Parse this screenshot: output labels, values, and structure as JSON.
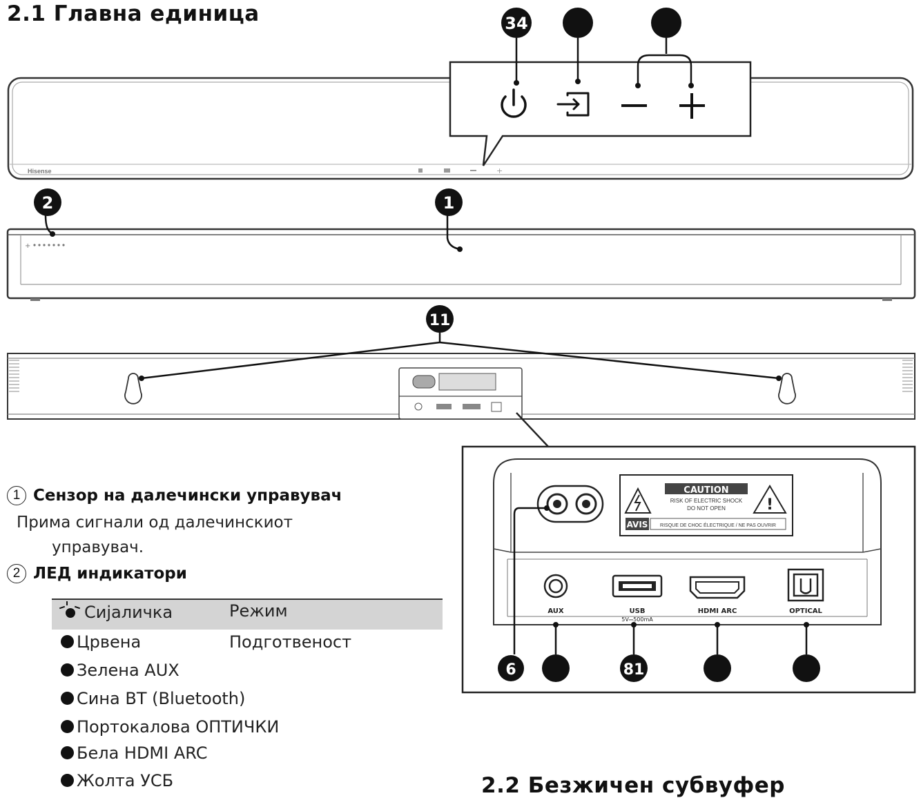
{
  "section1": {
    "title": "2.1 Главна единица"
  },
  "section2": {
    "title": "2.2 Безжичен субвуфер"
  },
  "callouts": {
    "top_power": "34",
    "sensor": "1",
    "led": "2",
    "mount": "11",
    "jack_6": "6",
    "jack_81": "81"
  },
  "soundbar": {
    "brand": "Hisense"
  },
  "panel": {
    "caution_title": "CAUTION",
    "caution_line1": "RISK OF ELECTRIC SHOCK",
    "caution_line2": "DO NOT OPEN",
    "avis_label": "AVIS",
    "avis_text": "RISQUE DE CHOC ÉLECTRIQUE / NE PAS OUVRIR",
    "port_aux": "AUX",
    "port_usb": "USB",
    "port_usb_sub": "5V⎓500mA",
    "port_hdmi": "HDMI ARC",
    "port_optical": "OPTICAL"
  },
  "legend": {
    "item1": {
      "num": "1",
      "title": "Сензор на далечински управувач",
      "desc_line1": "Прима сигнали од далечинскиот",
      "desc_line2": "управувач."
    },
    "item2": {
      "num": "2",
      "title": "ЛЕД индикатори"
    }
  },
  "led_table": {
    "col1": "Сијаличка",
    "col2": "Режим",
    "rows": [
      {
        "light": "Црвена",
        "mode": "Подготвеност"
      },
      {
        "light": "Зелена AUX",
        "mode": ""
      },
      {
        "light": "Сина BT (Bluetooth)",
        "mode": ""
      },
      {
        "light": "Портокалова ОПТИЧКИ",
        "mode": ""
      },
      {
        "light": "Бела HDMI ARC",
        "mode": ""
      },
      {
        "light": "Жолта УСБ",
        "mode": ""
      }
    ]
  }
}
